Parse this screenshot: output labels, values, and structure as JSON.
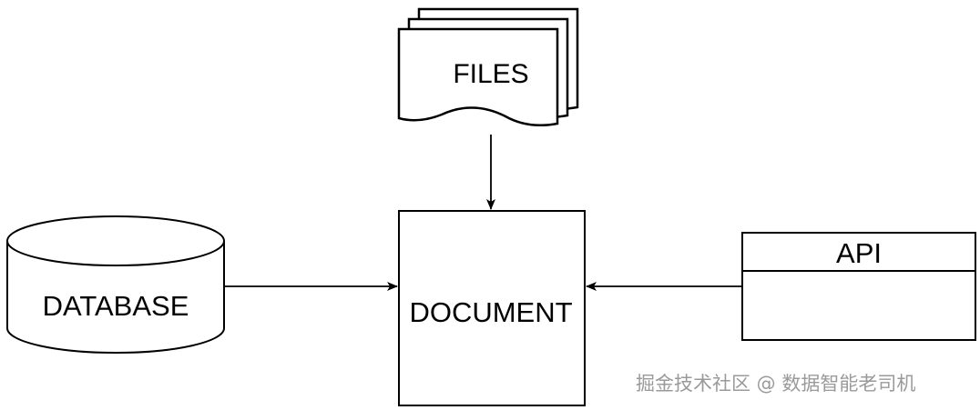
{
  "diagram": {
    "nodes": {
      "files": {
        "label": "FILES",
        "shape": "multi-document"
      },
      "document": {
        "label": "DOCUMENT",
        "shape": "rectangle"
      },
      "database": {
        "label": "DATABASE",
        "shape": "cylinder"
      },
      "api": {
        "label": "API",
        "shape": "container"
      }
    },
    "edges": [
      {
        "from": "files",
        "to": "document"
      },
      {
        "from": "database",
        "to": "document"
      },
      {
        "from": "api",
        "to": "document"
      }
    ],
    "stroke_color": "#000000",
    "fill_color": "#ffffff"
  },
  "watermark": {
    "text": "掘金技术社区 @ 数据智能老司机",
    "color": "#9a9a9a"
  }
}
